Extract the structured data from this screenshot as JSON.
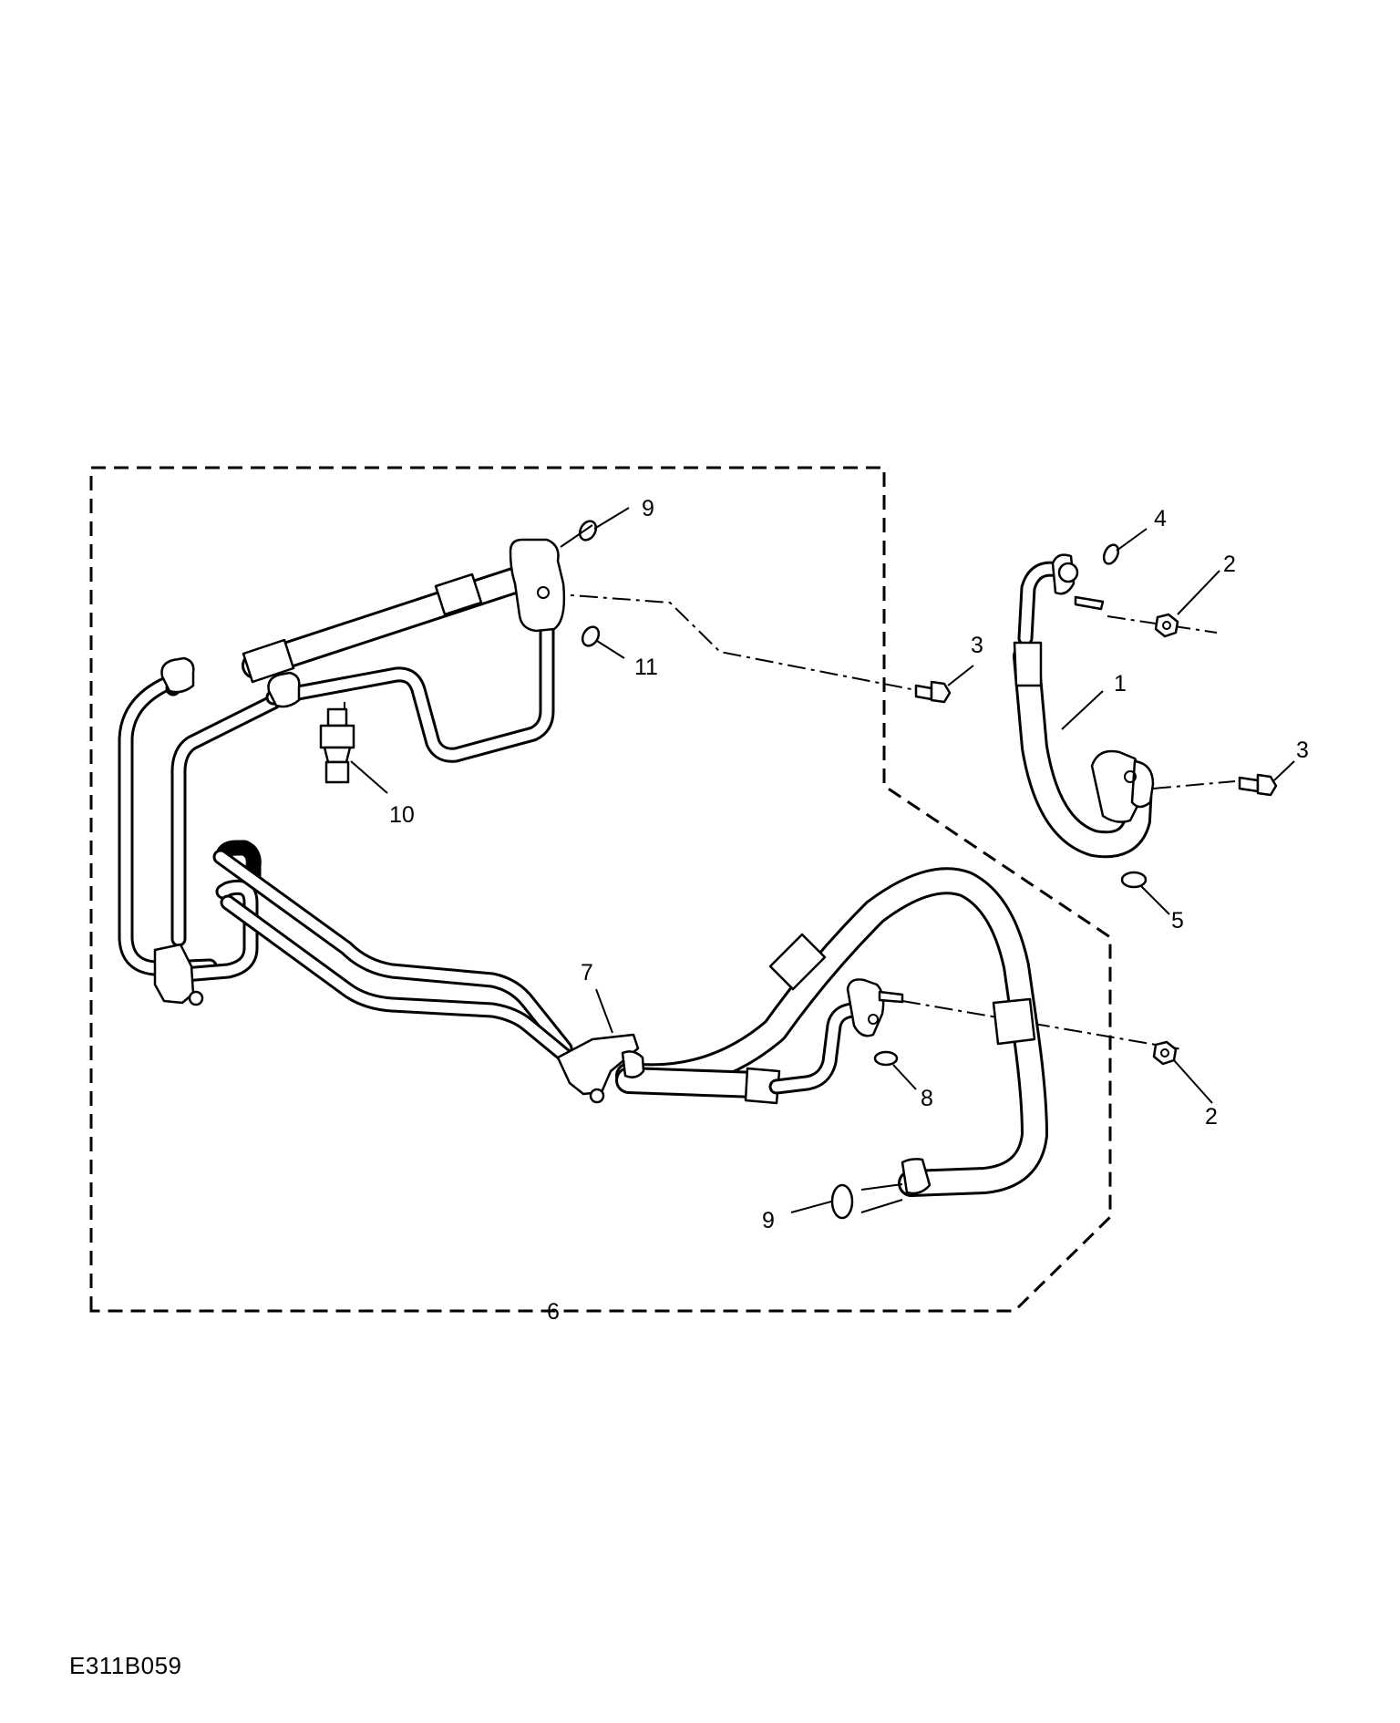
{
  "diagram_id": "E311B059",
  "callouts": [
    {
      "key": "c1",
      "label": "1"
    },
    {
      "key": "c2a",
      "label": "2"
    },
    {
      "key": "c2b",
      "label": "2"
    },
    {
      "key": "c3a",
      "label": "3"
    },
    {
      "key": "c3b",
      "label": "3"
    },
    {
      "key": "c4",
      "label": "4"
    },
    {
      "key": "c5",
      "label": "5"
    },
    {
      "key": "c6",
      "label": "6"
    },
    {
      "key": "c7",
      "label": "7"
    },
    {
      "key": "c8",
      "label": "8"
    },
    {
      "key": "c9a",
      "label": "9"
    },
    {
      "key": "c9b",
      "label": "9"
    },
    {
      "key": "c10",
      "label": "10"
    },
    {
      "key": "c11",
      "label": "11"
    }
  ],
  "colors": {
    "line": "#000000",
    "background": "#ffffff"
  }
}
